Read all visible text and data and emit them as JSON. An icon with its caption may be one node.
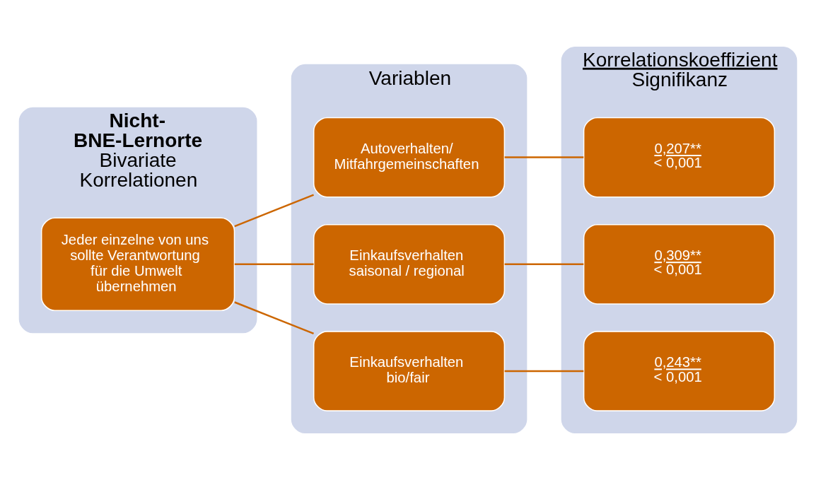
{
  "diagram": {
    "nodes": [
      {
        "text": [
          "Nicht- BNE-Lernorte",
          "Bivariate Korrelationen"
        ]
      },
      {
        "text": [
          "Variablen"
        ]
      },
      {
        "text": [
          "Korrelationskoeffizient",
          "Signifikanz"
        ]
      },
      {
        "text": [
          "Jeder einzelne von uns sollte Verantwortung für die Umwelt übernehmen"
        ],
        "in": 0
      },
      {
        "text": [
          "Autoverhalten/ Mitfahrgemeinschaften"
        ],
        "in": 1
      },
      {
        "text": [
          "Einkaufsverhalten",
          "saisonal / regional"
        ],
        "in": 1
      },
      {
        "text": [
          "Einkaufsverhalten",
          "bio/fair"
        ],
        "in": 1
      },
      {
        "text": [
          "0,207**",
          "< 0,001"
        ],
        "in": 2
      },
      {
        "text": [
          "0,309**",
          "< 0,001"
        ],
        "in": 2
      },
      {
        "text": [
          "0,243**",
          "< 0,001"
        ],
        "in": 2
      }
    ],
    "edges": [
      {
        "from": 3,
        "to": 4,
        "arrow": "none"
      },
      {
        "from": 3,
        "to": 5,
        "arrow": "none"
      },
      {
        "from": 3,
        "to": 6,
        "arrow": "none"
      },
      {
        "from": 4,
        "to": 7,
        "arrow": "none"
      },
      {
        "from": 5,
        "to": 8,
        "arrow": "none"
      },
      {
        "from": 6,
        "to": 9,
        "arrow": "none"
      }
    ]
  }
}
